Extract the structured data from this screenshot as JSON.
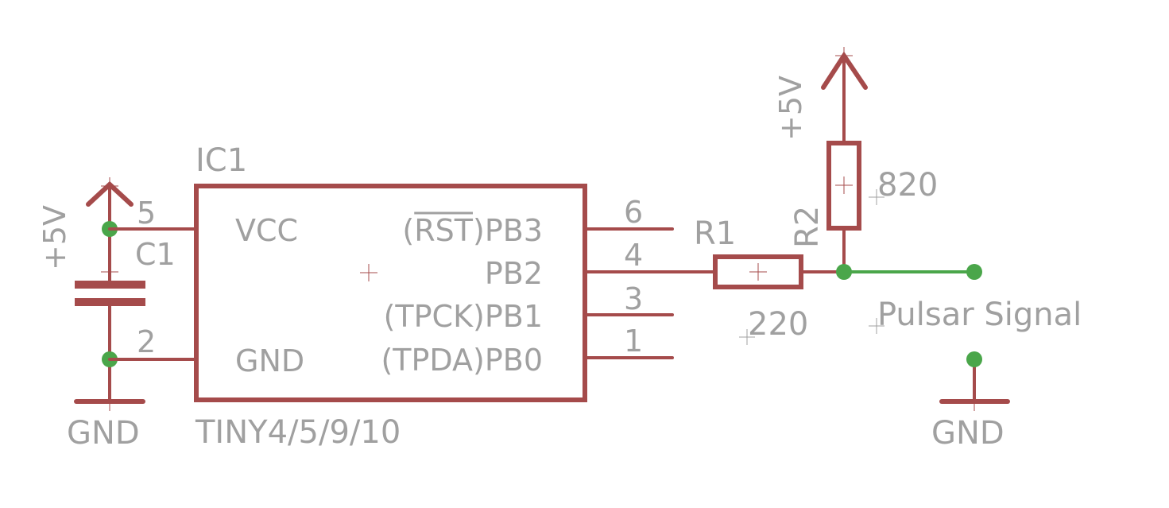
{
  "schematic": {
    "colors": {
      "wire": "#a54b4b",
      "net": "#4aa64a",
      "label": "#a0a0a0",
      "background": "#ffffff"
    },
    "ic": {
      "name": "IC1",
      "value": "TINY4/5/9/10",
      "pins_left": [
        {
          "number": "5",
          "name": "VCC"
        },
        {
          "number": "2",
          "name": "GND"
        }
      ],
      "pins_right": [
        {
          "number": "6",
          "name_prefix": "(",
          "name_overline": "RST",
          "name_suffix": ")PB3"
        },
        {
          "number": "4",
          "name": "PB2"
        },
        {
          "number": "3",
          "name": "(TPCK)PB1"
        },
        {
          "number": "1",
          "name": "(TPDA)PB0"
        }
      ]
    },
    "capacitor": {
      "name": "C1"
    },
    "resistors": [
      {
        "name": "R1",
        "value": "220"
      },
      {
        "name": "R2",
        "value": "820"
      }
    ],
    "supplies": [
      {
        "label": "+5V",
        "kind": "vcc"
      },
      {
        "label": "+5V",
        "kind": "vcc"
      },
      {
        "label": "GND",
        "kind": "gnd"
      },
      {
        "label": "GND",
        "kind": "gnd"
      }
    ],
    "net_label": "Pulsar Signal"
  }
}
